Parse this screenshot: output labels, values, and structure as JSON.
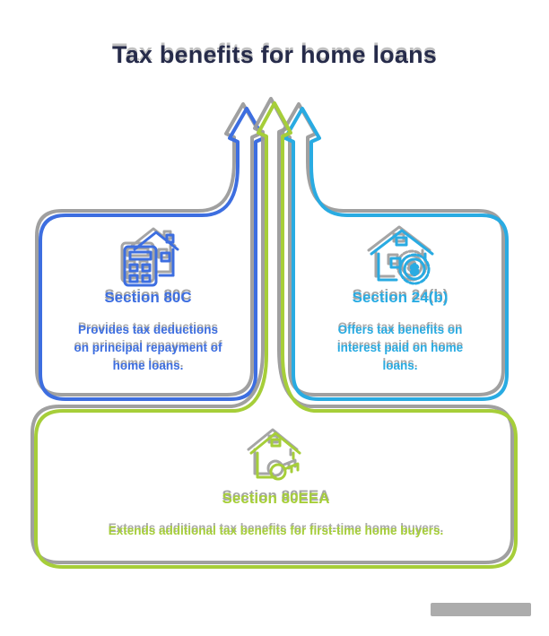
{
  "title": "Tax benefits for home loans",
  "colors": {
    "blue": "#3D6EE0",
    "cyan": "#29ABE2",
    "green": "#A6CE39",
    "shadow": "#9B9B9B",
    "title": "#262B4A",
    "watermark": "#ACACAC"
  },
  "cards": {
    "left": {
      "icon": "house-calculator-icon",
      "heading": "Section 80C",
      "body": "Provides tax deductions\non principal repayment of\nhome loans."
    },
    "right": {
      "icon": "house-coin-icon",
      "heading": "Section 24(b)",
      "body": "Offers tax benefits on\ninterest paid on home\nloans.",
      "coin_symbol": "$"
    },
    "bottom": {
      "icon": "house-key-icon",
      "heading": "Section 80EEA",
      "body": "Extends additional tax benefits for first-time home buyers."
    }
  }
}
